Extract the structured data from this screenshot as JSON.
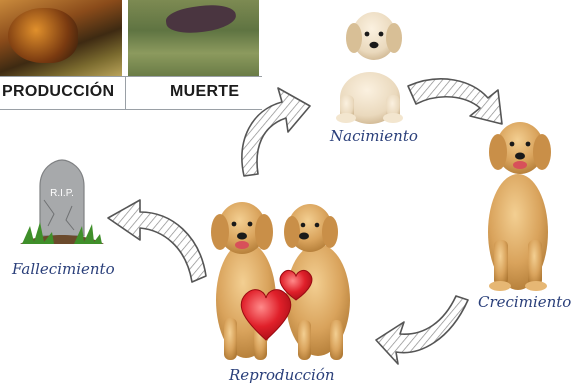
{
  "photo_strip": {
    "captions": [
      "PRODUCCIÓN",
      "MUERTE"
    ]
  },
  "stages": {
    "birth": "Nacimiento",
    "growth": "Crecimiento",
    "reproduction": "Reproducción",
    "death": "Fallecimiento"
  },
  "tombstone": {
    "inscription": "R.I.P."
  },
  "colors": {
    "label": "#2a3f7a",
    "arrow_fill": "#ffffff",
    "arrow_stroke": "#555555",
    "dog_fur": "#d9a35c",
    "puppy_fur": "#ead9bd",
    "heart": "#e0202a",
    "tombstone": "#a7a9ab",
    "grass": "#3f8f2a"
  }
}
